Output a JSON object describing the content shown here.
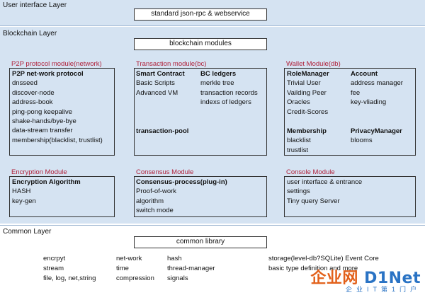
{
  "layers": {
    "ui": {
      "title": "User interface Layer",
      "box": "standard json-rpc & webservice"
    },
    "blockchain": {
      "title": "Blockchain Layer",
      "box": "blockchain modules"
    },
    "common": {
      "title": "Common Layer",
      "box": "common library"
    }
  },
  "modules": {
    "p2p": {
      "title": "P2P protocol module(network)",
      "items": [
        "P2P net-work protocol",
        "dnsseed",
        "discover-node",
        "address-book",
        "ping-pong keepalive",
        "shake-hands/bye-bye",
        "data-stream transfer",
        "membership(blacklist, trustlist)"
      ]
    },
    "transaction": {
      "title": "Transaction module(bc)",
      "col1": [
        "Smart Contract",
        "Basic Scripts",
        "Advanced VM"
      ],
      "col2": [
        "BC ledgers",
        "merkle tree",
        "transaction records",
        "indexs of ledgers"
      ],
      "pool": "transaction-pool"
    },
    "wallet": {
      "title": "Wallet Module(db)",
      "col1": [
        "RoleManager",
        "Trivial User",
        "Vailding Peer",
        "Oracles",
        "Credit-Scores"
      ],
      "col2": [
        "Account",
        "address manager",
        "fee",
        "key-vliading"
      ],
      "col3": [
        "Membership",
        "blacklist",
        "trustlist"
      ],
      "col4": [
        "PrivacyManager",
        "blooms"
      ]
    },
    "encryption": {
      "title": "Encryption Module",
      "items": [
        "Encryption Algorithm",
        "HASH",
        "key-gen"
      ]
    },
    "consensus": {
      "title": "Consensus Module",
      "items": [
        "Consensus-process(plug-in)",
        "Proof-of-work",
        "algorithm",
        "switch mode"
      ]
    },
    "console": {
      "title": "Console Module",
      "items": [
        "user interface & entrance",
        "settings",
        "Tiny query Server"
      ]
    }
  },
  "common_library": {
    "col1": [
      "encrpyt",
      "stream",
      "file, log, net,string"
    ],
    "col2": [
      "net-work",
      "time",
      "compression"
    ],
    "col3": [
      "hash",
      "thread-manager",
      "signals"
    ],
    "col4": [
      "storage(level-db?SQLite) Event Core",
      "basic type definition and more"
    ]
  },
  "watermark": {
    "main_a": "企业网",
    "main_b": "D1Net",
    "sub": "企业IT第1门户"
  },
  "colors": {
    "layer_bg": "#d5e3f2",
    "module_title": "#b0213a",
    "watermark_orange": "#e2601a",
    "watermark_blue": "#2a73c4"
  }
}
